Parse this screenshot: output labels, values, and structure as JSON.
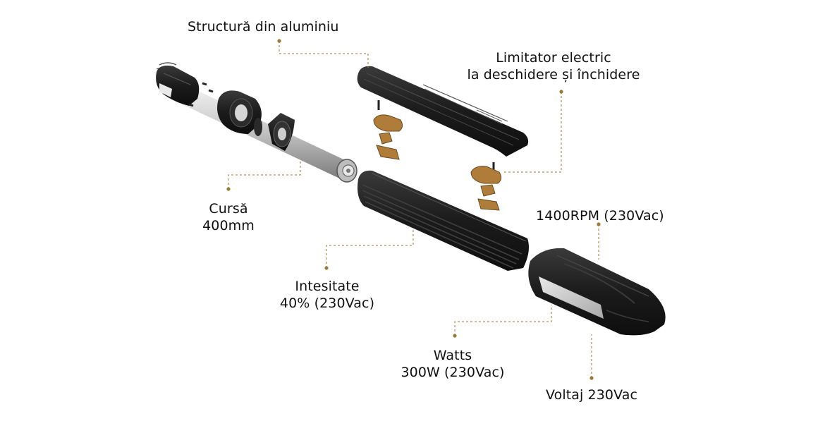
{
  "colors": {
    "accent_gold": "#9a7a3a",
    "body_black": "#1d1d1d",
    "bracket_bronze": "#b07c3a",
    "text": "#111111"
  },
  "callouts": {
    "aluminum_structure": "Structură din aluminiu",
    "limit_switch_line1": "Limitator electric",
    "limit_switch_line2": "la deschidere și închidere",
    "stroke_line1": "Cursă",
    "stroke_line2": "400mm",
    "rpm": "1400RPM (230Vac)",
    "intensity_line1": "Intesitate",
    "intensity_line2": "40% (230Vac)",
    "watts_line1": "Watts",
    "watts_line2": "300W (230Vac)",
    "voltage": "Voltaj 230Vac"
  }
}
